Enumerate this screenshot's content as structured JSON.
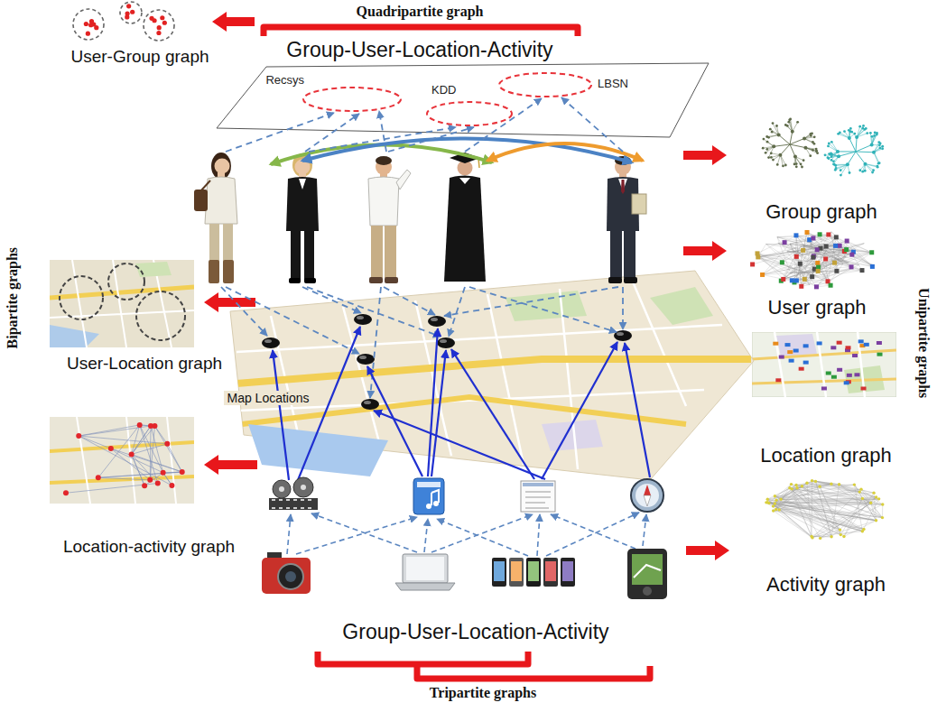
{
  "diagram": {
    "nodes": [
      {
        "text": [
          "User-Group graph"
        ]
      },
      {
        "text": [
          "Recsys"
        ]
      },
      {
        "text": [
          "KDD"
        ]
      },
      {
        "text": [
          "LBSN"
        ]
      },
      {
        "text": [
          "Group graph"
        ]
      },
      {
        "text": [
          "User graph"
        ]
      },
      {
        "text": [
          "User-Location graph"
        ]
      },
      {
        "text": [
          "Location graph"
        ]
      },
      {
        "text": [
          "Location-activity graph"
        ]
      },
      {
        "text": [
          "Activity graph"
        ]
      }
    ],
    "labels": [
      "Quadripartite graph",
      "Group-User-Location-Activity",
      "Bipartite graphs",
      "Unipartite graphs",
      "Map Locations",
      "Group-User-Location-Activity",
      "Tripartite graphs"
    ]
  }
}
